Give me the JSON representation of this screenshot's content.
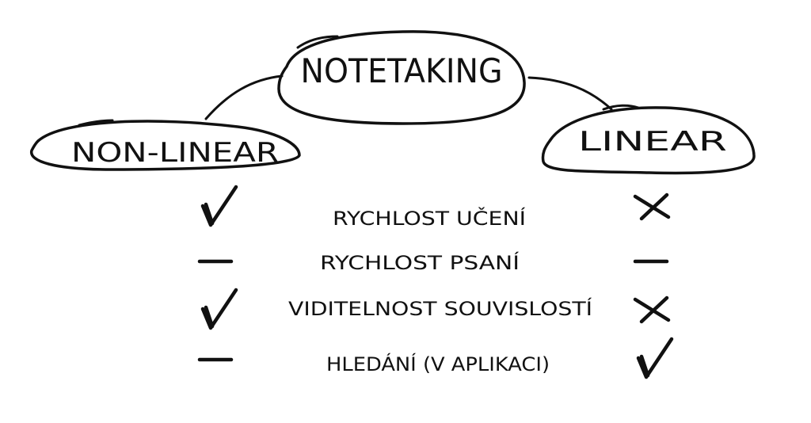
{
  "diagram": {
    "root": {
      "label": "NOTETAKING"
    },
    "left_branch": {
      "label": "NON-LINEAR"
    },
    "right_branch": {
      "label": "LINEAR"
    },
    "rows": [
      {
        "criterion": "RYCHLOST UČENÍ",
        "non_linear": "check",
        "linear": "cross"
      },
      {
        "criterion": "RYCHLOST PSANÍ",
        "non_linear": "dash",
        "linear": "dash"
      },
      {
        "criterion": "VIDITELNOST SOUVISLOSTÍ",
        "non_linear": "check",
        "linear": "cross"
      },
      {
        "criterion": "HLEDÁNÍ (V APLIKACI)",
        "non_linear": "dash",
        "linear": "check"
      }
    ]
  },
  "colors": {
    "ink": "#111111",
    "background": "#ffffff"
  }
}
